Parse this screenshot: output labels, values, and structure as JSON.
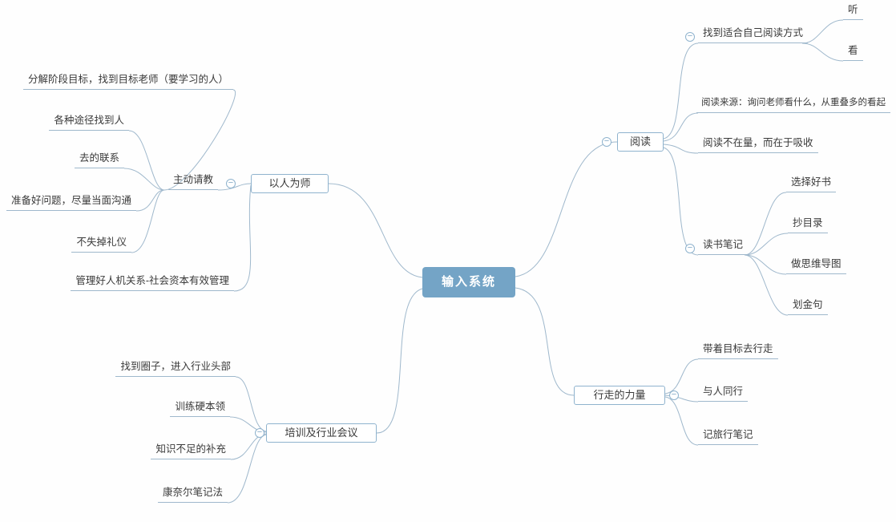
{
  "root": {
    "label": "输入系统"
  },
  "branches": [
    {
      "label": "以人为师",
      "children": [
        {
          "label": "主动请教",
          "children": [
            {
              "label": "分解阶段目标，找到目标老师（要学习的人）"
            },
            {
              "label": "各种途径找到人"
            },
            {
              "label": "去的联系"
            },
            {
              "label": "准备好问题，尽量当面沟通"
            },
            {
              "label": "不失掉礼仪"
            }
          ]
        },
        {
          "label": "管理好人机关系-社会资本有效管理"
        }
      ]
    },
    {
      "label": "阅读",
      "children": [
        {
          "label": "找到适合自己阅读方式",
          "children": [
            {
              "label": "听"
            },
            {
              "label": "看"
            }
          ]
        },
        {
          "label": "阅读来源：询问老师看什么，从重叠多的看起"
        },
        {
          "label": "阅读不在量，而在于吸收"
        },
        {
          "label": "读书笔记",
          "children": [
            {
              "label": "选择好书"
            },
            {
              "label": "抄目录"
            },
            {
              "label": "做思维导图"
            },
            {
              "label": "划金句"
            }
          ]
        }
      ]
    },
    {
      "label": "行走的力量",
      "children": [
        {
          "label": "带着目标去行走"
        },
        {
          "label": "与人同行"
        },
        {
          "label": "记旅行笔记"
        }
      ]
    },
    {
      "label": "培训及行业会议",
      "children": [
        {
          "label": "找到圈子，进入行业头部"
        },
        {
          "label": "训练硬本领"
        },
        {
          "label": "知识不足的补充"
        },
        {
          "label": "康奈尔笔记法"
        }
      ]
    }
  ],
  "ui": {
    "collapse_glyph": "−"
  },
  "colors": {
    "central_bg": "#74a4c6",
    "central_text": "#ffffff",
    "node_border": "#8fb3ce",
    "connector": "#9fb8cc",
    "text": "#3a3a3a",
    "background": "#fefefe"
  }
}
